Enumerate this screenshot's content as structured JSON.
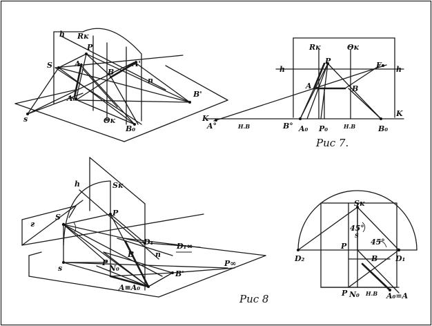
{
  "figures": {
    "fig7": {
      "caption": "Рис 7.",
      "labels": {
        "Rk": "Rк",
        "Ok": "Θк",
        "h_left": "h",
        "h_right": "h",
        "P": "P",
        "F": "F",
        "A": "A",
        "B": "B",
        "K_left": "K",
        "K_right": "K",
        "A0": "A°",
        "HB1": "H.B",
        "B0a": "B°",
        "A0b": "A₀",
        "P0": "P₀",
        "HB2": "H.B",
        "B0b": "B₀"
      }
    },
    "fig8": {
      "caption": "Рис 8",
      "labels": {
        "h": "h",
        "Sk": "Sк",
        "S": "S",
        "P": "P",
        "D1": "D₁",
        "n": "n",
        "D1inf": "D₁∞",
        "s": "s",
        "P2": "P",
        "N0": "N₀",
        "B": "B",
        "B1": "B'",
        "Pinf": "P∞",
        "AA0": "A≡A₀",
        "r": "г"
      }
    },
    "fig8b": {
      "labels": {
        "Sk": "Sк",
        "45a": "45°",
        "45b": "45°",
        "S": "S",
        "P": "P",
        "D2": "D₂",
        "D1": "D₁",
        "B": "B",
        "P0": "P",
        "N0": "N₀",
        "HB": "H.B",
        "A0A": "A₀=A"
      }
    },
    "fig6": {
      "labels": {
        "h": "h",
        "Rk": "Rк",
        "P": "P",
        "S": "S",
        "A": "A",
        "B": "B",
        "A1": "A'",
        "n": "n",
        "A0": "A₀",
        "B1": "B'",
        "s": "s",
        "Ok": "Θк",
        "B0": "B₀"
      }
    }
  }
}
